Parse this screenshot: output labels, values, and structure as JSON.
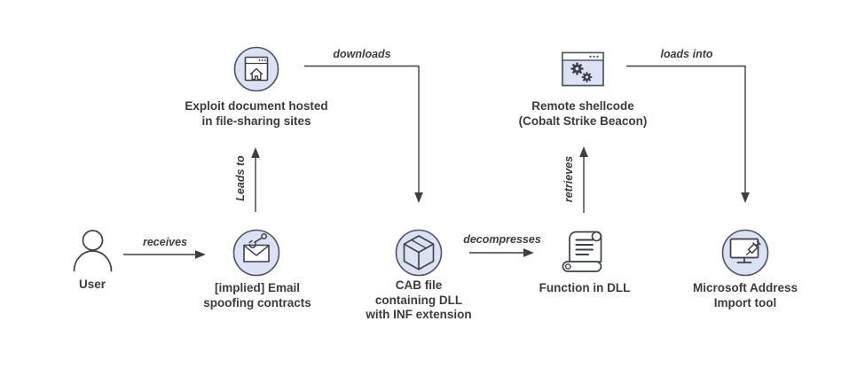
{
  "diagram": {
    "title": "exploit-delivery-attack-chain",
    "nodes": [
      {
        "id": "user",
        "icon": "person-icon",
        "lines": [
          "User"
        ]
      },
      {
        "id": "email-spoofing",
        "icon": "phishing-email-icon",
        "lines": [
          "[implied] Email",
          "spoofing contracts"
        ]
      },
      {
        "id": "exploit-document",
        "icon": "browser-home-icon",
        "lines": [
          "Exploit document hosted",
          "in file-sharing sites"
        ]
      },
      {
        "id": "cab-file",
        "icon": "cab-package-icon",
        "lines": [
          "CAB file",
          "containing DLL",
          "with INF extension"
        ]
      },
      {
        "id": "function-in-dll",
        "icon": "scroll-script-icon",
        "lines": [
          "Function in DLL"
        ]
      },
      {
        "id": "remote-shellcode",
        "icon": "gears-window-icon",
        "lines": [
          "Remote shellcode",
          "(Cobalt Strike Beacon)"
        ]
      },
      {
        "id": "address-import-tool",
        "icon": "monitor-syringe-icon",
        "lines": [
          "Microsoft Address",
          "Import tool"
        ]
      }
    ],
    "edges": [
      {
        "id": "receives",
        "from": "user",
        "to": "email-spoofing",
        "label": "receives"
      },
      {
        "id": "leads-to",
        "from": "email-spoofing",
        "to": "exploit-document",
        "label": "Leads to"
      },
      {
        "id": "downloads",
        "from": "exploit-document",
        "to": "cab-file",
        "label": "downloads"
      },
      {
        "id": "decompresses",
        "from": "cab-file",
        "to": "function-in-dll",
        "label": "decompresses"
      },
      {
        "id": "retrieves",
        "from": "function-in-dll",
        "to": "remote-shellcode",
        "label": "retrieves"
      },
      {
        "id": "loads-into",
        "from": "remote-shellcode",
        "to": "address-import-tool",
        "label": "loads into"
      }
    ],
    "colors": {
      "background": "#ffffff",
      "icon_fill": "#dbe2f4",
      "icon_stroke": "#4d5260",
      "icon_detail": "#3c3f49",
      "arrow": "#3f3f3f",
      "text": "#3b3b3b"
    }
  }
}
